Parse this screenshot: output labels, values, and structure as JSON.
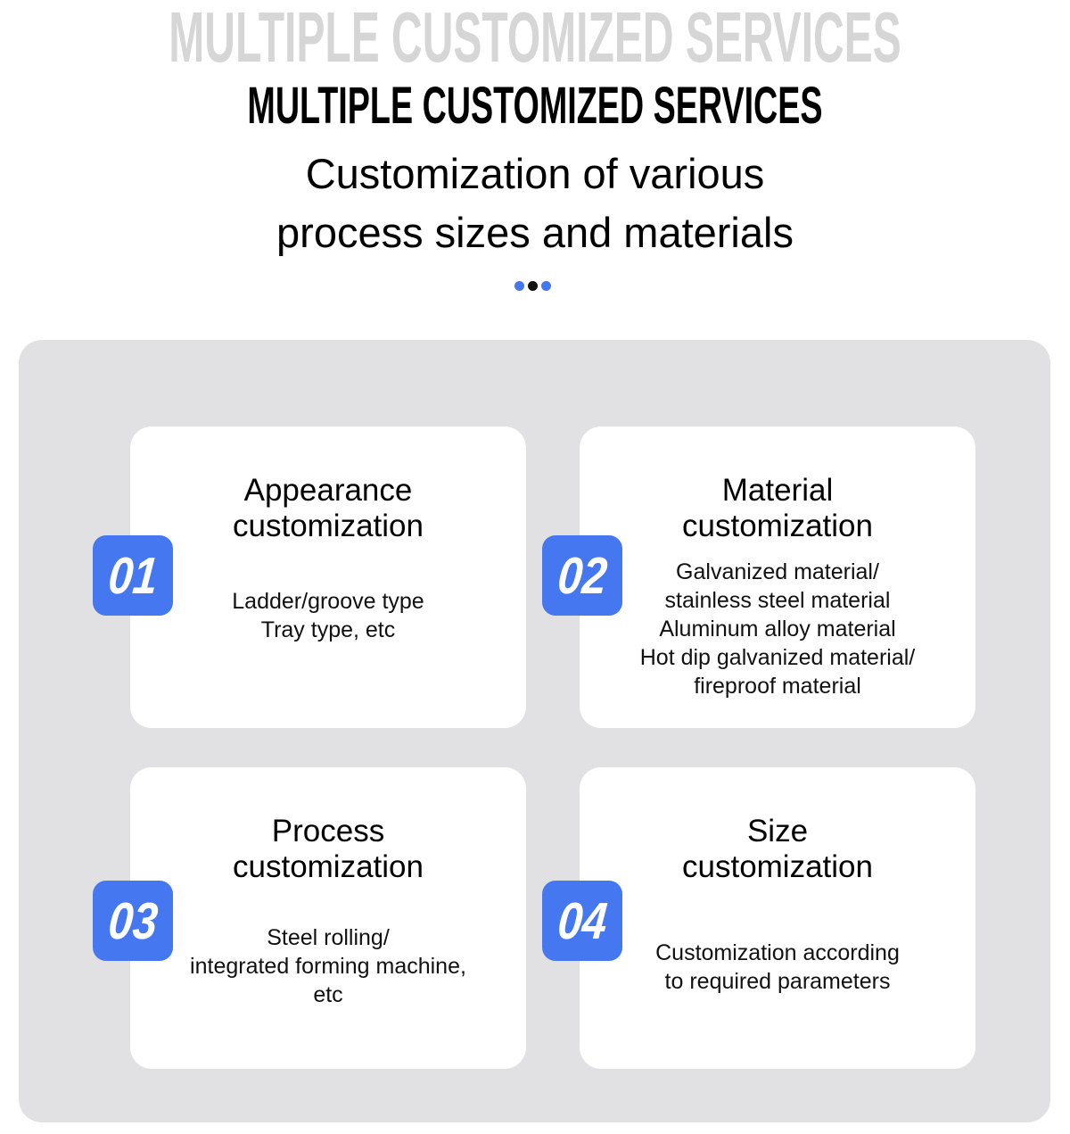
{
  "header": {
    "ghost_title": "MULTIPLE CUSTOMIZED SERVICES",
    "title": "MULTIPLE CUSTOMIZED SERVICES",
    "subtitle_line1": "Customization of various",
    "subtitle_line2": "process sizes and materials"
  },
  "colors": {
    "accent": "#4577f1",
    "dot_dark": "#111111",
    "panel": "#e1e1e3"
  },
  "cards": [
    {
      "number": "01",
      "title_line1": "Appearance",
      "title_line2": "customization",
      "body": [
        "Ladder/groove type",
        "Tray type, etc"
      ]
    },
    {
      "number": "02",
      "title_line1": "Material",
      "title_line2": "customization",
      "body": [
        "Galvanized material/",
        "stainless steel material",
        "Aluminum alloy material",
        "Hot dip galvanized material/",
        "fireproof material"
      ]
    },
    {
      "number": "03",
      "title_line1": "Process",
      "title_line2": "customization",
      "body": [
        "Steel rolling/",
        "integrated forming machine,",
        "etc"
      ]
    },
    {
      "number": "04",
      "title_line1": "Size",
      "title_line2": "customization",
      "body": [
        "Customization according",
        "to required parameters"
      ]
    }
  ]
}
